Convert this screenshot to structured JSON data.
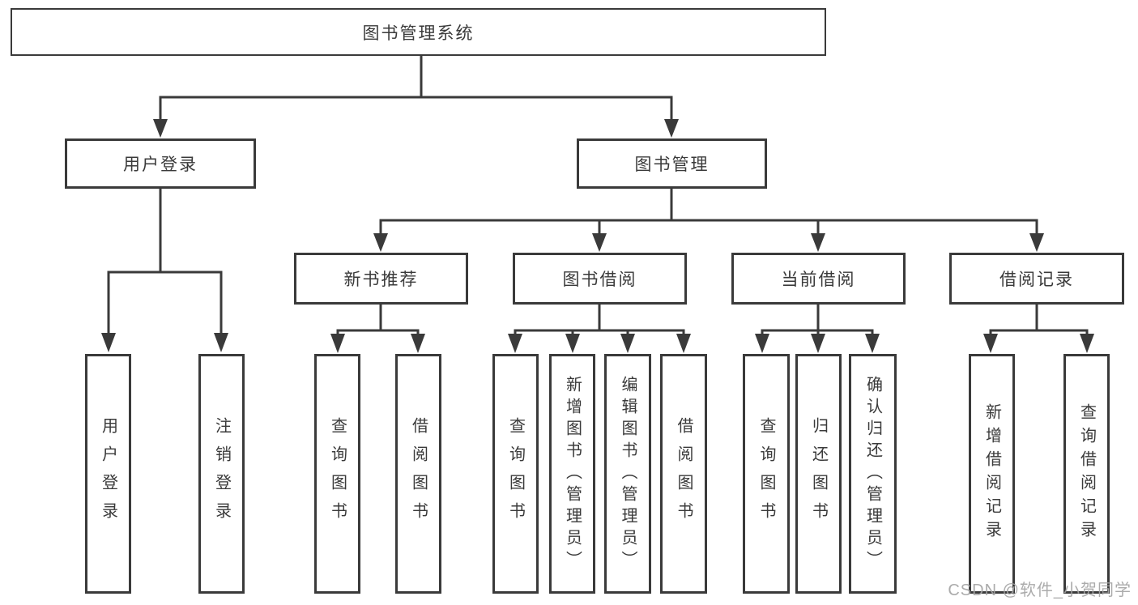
{
  "colors": {
    "line": "#3a3a3a",
    "text": "#3a3a3a",
    "background": "#ffffff",
    "watermark": "#a4a4a4"
  },
  "tree": {
    "root": {
      "label": "图书管理系统"
    },
    "branches": [
      {
        "label": "用户登录",
        "children": [
          {
            "label": "用户登录"
          },
          {
            "label": "注销登录"
          }
        ]
      },
      {
        "label": "图书管理",
        "groups": [
          {
            "label": "新书推荐",
            "children": [
              {
                "label": "查询图书"
              },
              {
                "label": "借阅图书"
              }
            ]
          },
          {
            "label": "图书借阅",
            "children": [
              {
                "label": "查询图书"
              },
              {
                "label": "新增图书（管理员）"
              },
              {
                "label": "编辑图书（管理员）"
              },
              {
                "label": "借阅图书"
              }
            ]
          },
          {
            "label": "当前借阅",
            "children": [
              {
                "label": "查询图书"
              },
              {
                "label": "归还图书"
              },
              {
                "label": "确认归还（管理员）"
              }
            ]
          },
          {
            "label": "借阅记录",
            "children": [
              {
                "label": "新增借阅记录"
              },
              {
                "label": "查询借阅记录"
              }
            ]
          }
        ]
      }
    ]
  },
  "watermark": {
    "text": "CSDN @软件_小贺同学"
  }
}
